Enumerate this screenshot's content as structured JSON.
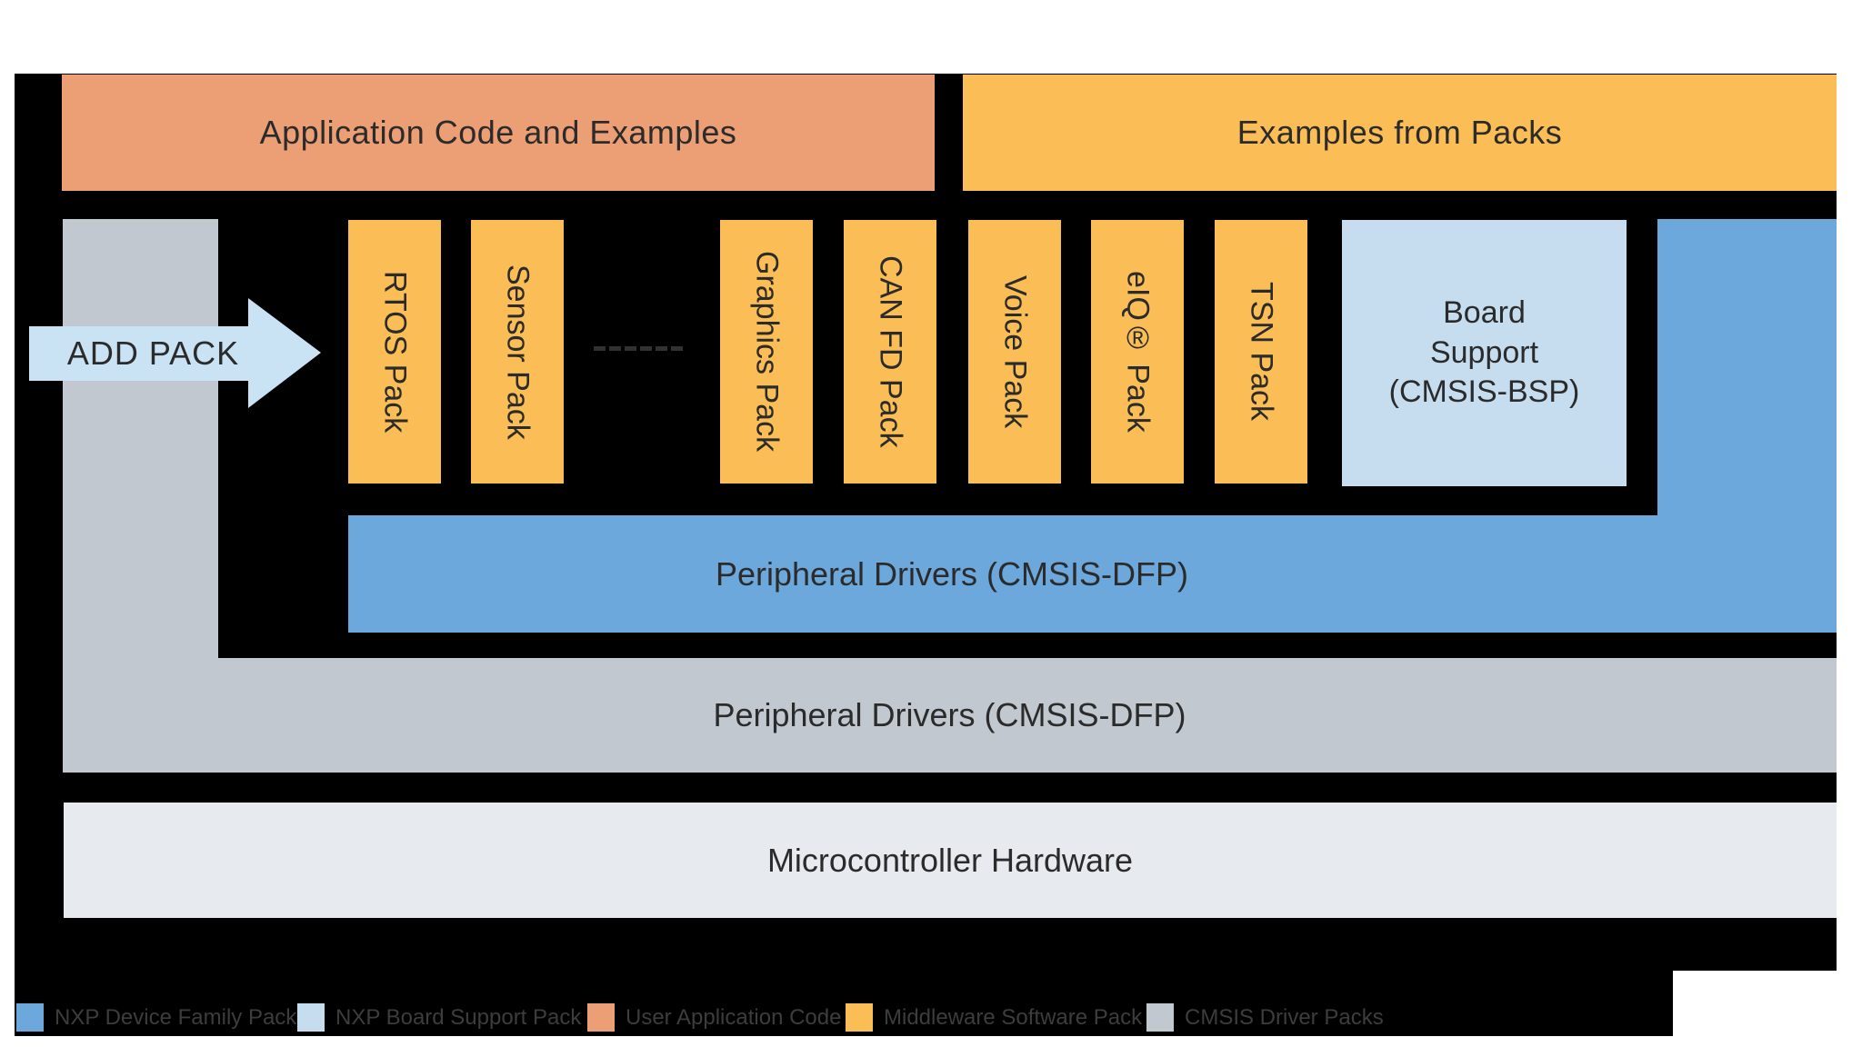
{
  "colors": {
    "backdrop": "#000000",
    "user_app_orange": "#EC9E74",
    "middleware_yellow": "#FBBD55",
    "device_family_blue": "#6CA8DB",
    "board_support_lightblue": "#C6DDF0",
    "arrow_lightblue": "#C9E2F4",
    "cmsis_driver_gray": "#C1C8CF",
    "mcu_lightgray": "#E7EBEF"
  },
  "header": {
    "app_code_label": "Application Code and Examples",
    "examples_label": "Examples from Packs"
  },
  "add_pack": {
    "label": "ADD PACK"
  },
  "packs": [
    {
      "label": "RTOS Pack"
    },
    {
      "label": "Sensor Pack"
    },
    {
      "label": "Graphics Pack"
    },
    {
      "label": "CAN FD Pack"
    },
    {
      "label": "Voice Pack"
    },
    {
      "label": "eIQ® Pack"
    },
    {
      "label": "TSN Pack"
    }
  ],
  "board_support": {
    "label": "Board\nSupport\n(CMSIS-BSP)"
  },
  "bars": {
    "peripheral_blue_label": "Peripheral Drivers (CMSIS-DFP)",
    "peripheral_gray_label": "Peripheral Drivers (CMSIS-DFP)",
    "mcu_label": "Microcontroller Hardware"
  },
  "legend": [
    {
      "label": "NXP Device Family Pack",
      "color": "#6CA8DB"
    },
    {
      "label": "NXP Board Support Pack",
      "color": "#C6DDF0"
    },
    {
      "label": "User Application Code",
      "color": "#EC9E74"
    },
    {
      "label": "Middleware Software Pack",
      "color": "#FBBD55"
    },
    {
      "label": "CMSIS Driver Packs",
      "color": "#C1C8CF"
    }
  ]
}
